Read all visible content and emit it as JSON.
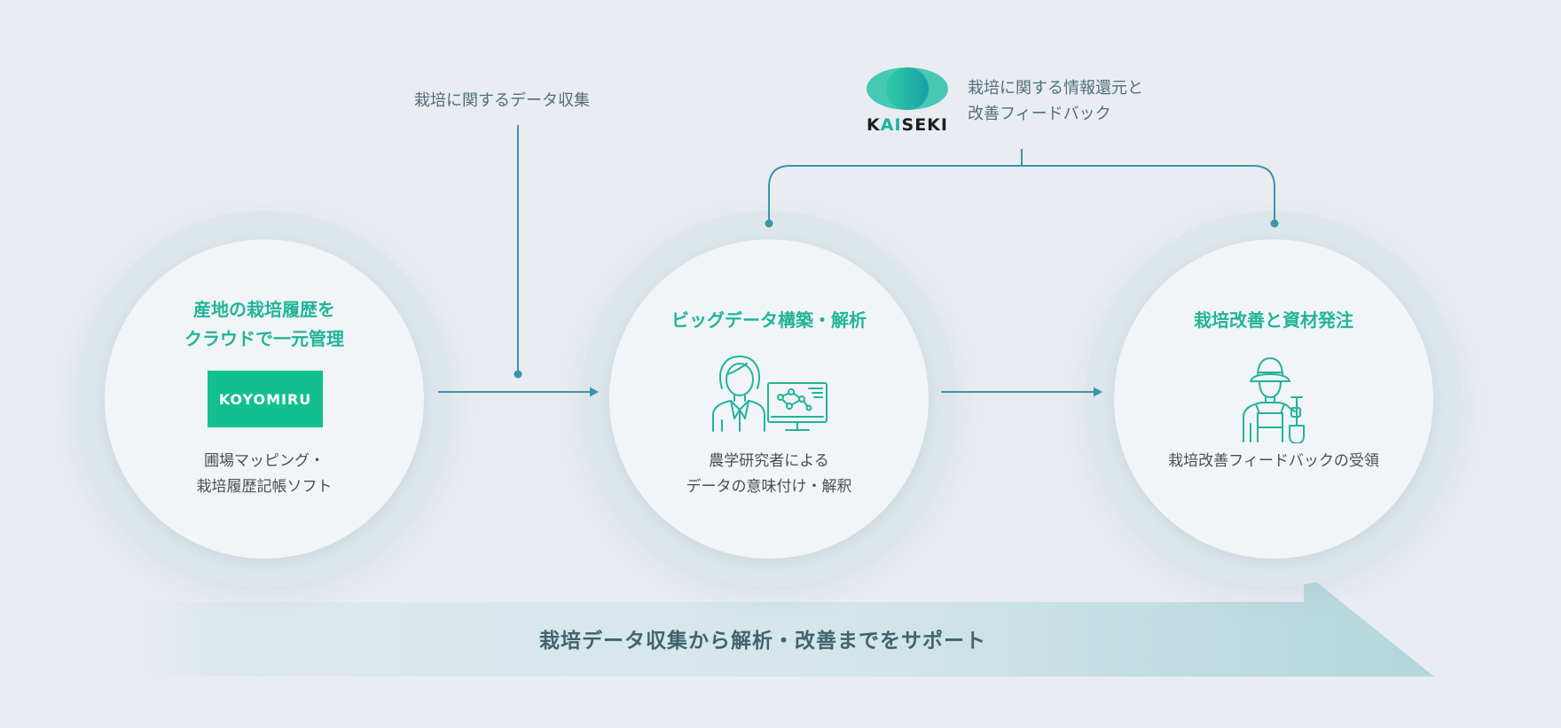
{
  "top_label_collect": "栽培に関するデータ収集",
  "kaiseki": {
    "logo_text_prefix": "K",
    "logo_text_accent": "AI",
    "logo_text_suffix": "SEKI",
    "label_line1": "栽培に関する情報還元と",
    "label_line2": "改善フィードバック"
  },
  "steps": [
    {
      "title_line1": "産地の栽培履歴を",
      "title_line2": "クラウドで一元管理",
      "logo_text": "KOYOMIRU",
      "desc_line1": "圃場マッピング・",
      "desc_line2": "栽培履歴記帳ソフト"
    },
    {
      "title": "ビッグデータ構築・解析",
      "icon": "researcher-with-monitor-icon",
      "desc_line1": "農学研究者による",
      "desc_line2": "データの意味付け・解釈"
    },
    {
      "title": "栽培改善と資材発注",
      "icon": "farmer-with-shovel-icon",
      "desc": "栽培改善フィードバックの受領"
    }
  ],
  "banner": "栽培データ収集から解析・改善までをサポート",
  "colors": {
    "background": "#e9edf1",
    "accent": "#22b49a",
    "line": "#3a95aa",
    "banner_gradient_end": "#b3d6db",
    "koyomiru_green": "#12c08f"
  }
}
